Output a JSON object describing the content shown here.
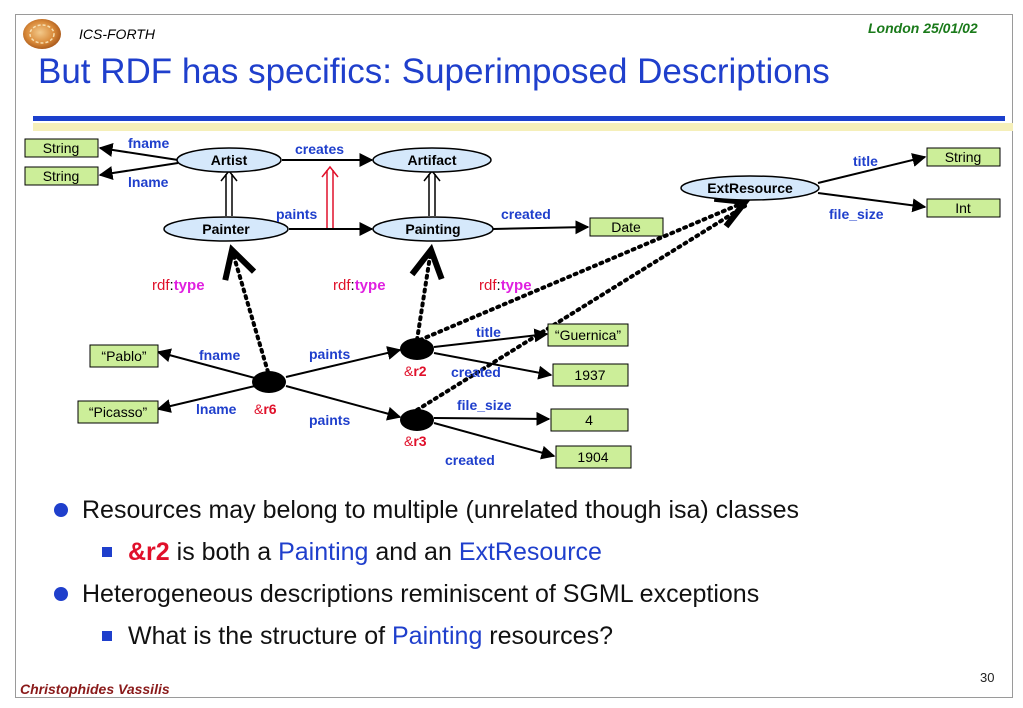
{
  "header": {
    "org": "ICS-FORTH",
    "date": "London 25/01/02",
    "title": "But RDF has specifics: Superimposed Descriptions"
  },
  "diagram": {
    "classes": {
      "artist": "Artist",
      "artifact": "Artifact",
      "painter": "Painter",
      "painting": "Painting",
      "extresource": "ExtResource"
    },
    "literal_types": {
      "string1": "String",
      "string2": "String",
      "date": "Date",
      "string3": "String",
      "int": "Int"
    },
    "schema_props": {
      "fname": "fname",
      "lname": "lname",
      "creates": "creates",
      "paints": "paints",
      "created": "created",
      "title": "title",
      "file_size": "file_size"
    },
    "rdf_type": {
      "prefix": "rdf",
      "sep": ":",
      "name": "type"
    },
    "instances": {
      "r6_amp": "&",
      "r6": "r6",
      "r2_amp": "&",
      "r2": "r2",
      "r3_amp": "&",
      "r3": "r3"
    },
    "instance_props": {
      "fname": "fname",
      "lname": "lname",
      "paints1": "paints",
      "paints2": "paints",
      "title": "title",
      "created1": "created",
      "file_size": "file_size",
      "created2": "created"
    },
    "values": {
      "pablo": "“Pablo”",
      "picasso": "“Picasso”",
      "guernica": "“Guernica”",
      "year1": "1937",
      "size": "4",
      "year2": "1904"
    }
  },
  "bullets": {
    "b1": "Resources may belong to multiple (unrelated though isa) classes",
    "b2_a": "&r2",
    "b2_b": " is both a ",
    "b2_c": "Painting",
    "b2_d": " and an ",
    "b2_e": "ExtResource",
    "b3": "Heterogeneous descriptions reminiscent of SGML exceptions",
    "b4_a": "What is the structure of ",
    "b4_b": "Painting",
    "b4_c": " resources?"
  },
  "footer": {
    "author": "Christophides Vassilis",
    "page": "30"
  },
  "colors": {
    "title_blue": "#1f3fcc",
    "class_fill": "#d5e8fb",
    "literal_fill": "#ccee99",
    "rdf_type_magenta": "#e020e0",
    "instance_red": "#e0102a",
    "header_date_green": "#1a7a1a",
    "author_red": "#8a1a1a",
    "subclass_red": "#e0102a"
  }
}
